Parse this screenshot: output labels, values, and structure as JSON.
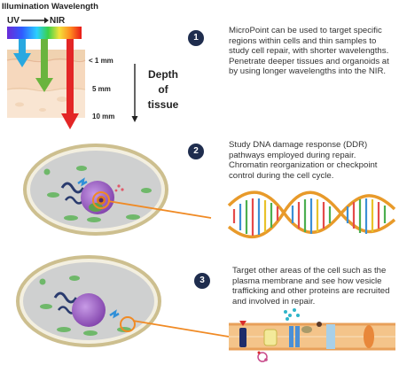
{
  "title": "Illumination Wavelength",
  "spectrum": {
    "start_label": "UV",
    "end_label": "NIR"
  },
  "depth": {
    "title_lines": [
      "Depth",
      "of",
      "tissue"
    ],
    "levels": [
      "< 1 mm",
      "5 mm",
      "10 mm"
    ]
  },
  "steps": [
    {
      "number": "1",
      "text": "MicroPoint can be used to target specific regions within cells and thin samples to study cell repair, with shorter wavelengths. Penetrate deeper tissues and organoids at by using longer wavelengths into the NIR."
    },
    {
      "number": "2",
      "text": "Study DNA damage response (DDR) pathways employed during repair. Chromatin reorganization or checkpoint control during the cell cycle."
    },
    {
      "number": "3",
      "text": "Target other areas of the cell such as the plasma membrane and see how vesicle trafficking and other proteins are recruited and involved in repair."
    }
  ],
  "colors": {
    "badge": "#1f2d4e",
    "arrow_blue": "#29a8e0",
    "arrow_green": "#6ab43e",
    "arrow_red": "#e32626",
    "zoom_line": "#f08a24",
    "cell_border": "#c9b98a",
    "nucleus": "#8e4fb8"
  }
}
